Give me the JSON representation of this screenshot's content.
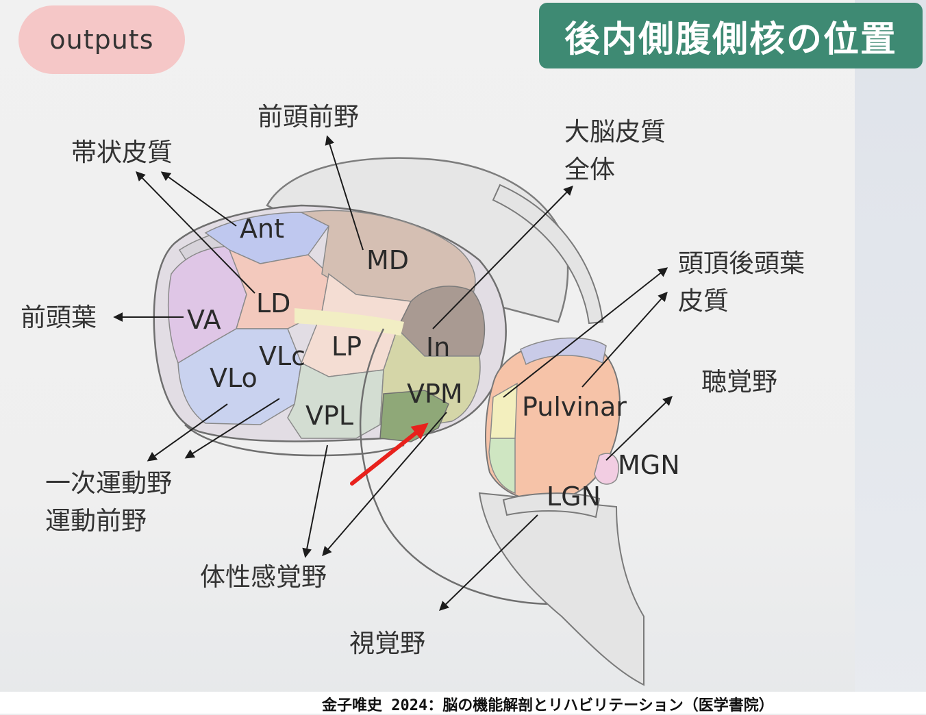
{
  "badge": {
    "text": "outputs"
  },
  "title": {
    "text": "後内側腹側核の位置"
  },
  "nuclei": {
    "ant": "Ant",
    "md": "MD",
    "ld": "LD",
    "va": "VA",
    "lp": "LP",
    "vlc": "VLc",
    "vlo": "VLo",
    "in": "In",
    "vpm": "VPM",
    "vpl": "VPL",
    "pulvinar": "Pulvinar",
    "mgn": "MGN",
    "lgn": "LGN"
  },
  "targets": {
    "prefrontal": "前頭前野",
    "cingulate": "帯状皮質",
    "cerebral_cortex_line1": "大脳皮質",
    "cerebral_cortex_line2": "全体",
    "parieto_occipital_line1": "頭頂後頭葉",
    "parieto_occipital_line2": "皮質",
    "frontal_lobe": "前頭葉",
    "auditory": "聴覚野",
    "motor_line1": "一次運動野",
    "motor_line2": "運動前野",
    "somatosensory": "体性感覚野",
    "visual": "視覚野"
  },
  "colors": {
    "title_bg": "#3e8a73",
    "badge_bg": "#f5c7c7",
    "highlight_arrow": "#e8211c"
  },
  "citation": {
    "text": "金子唯史 2024：脳の機能解剖とリハビリテーション（医学書院）"
  }
}
